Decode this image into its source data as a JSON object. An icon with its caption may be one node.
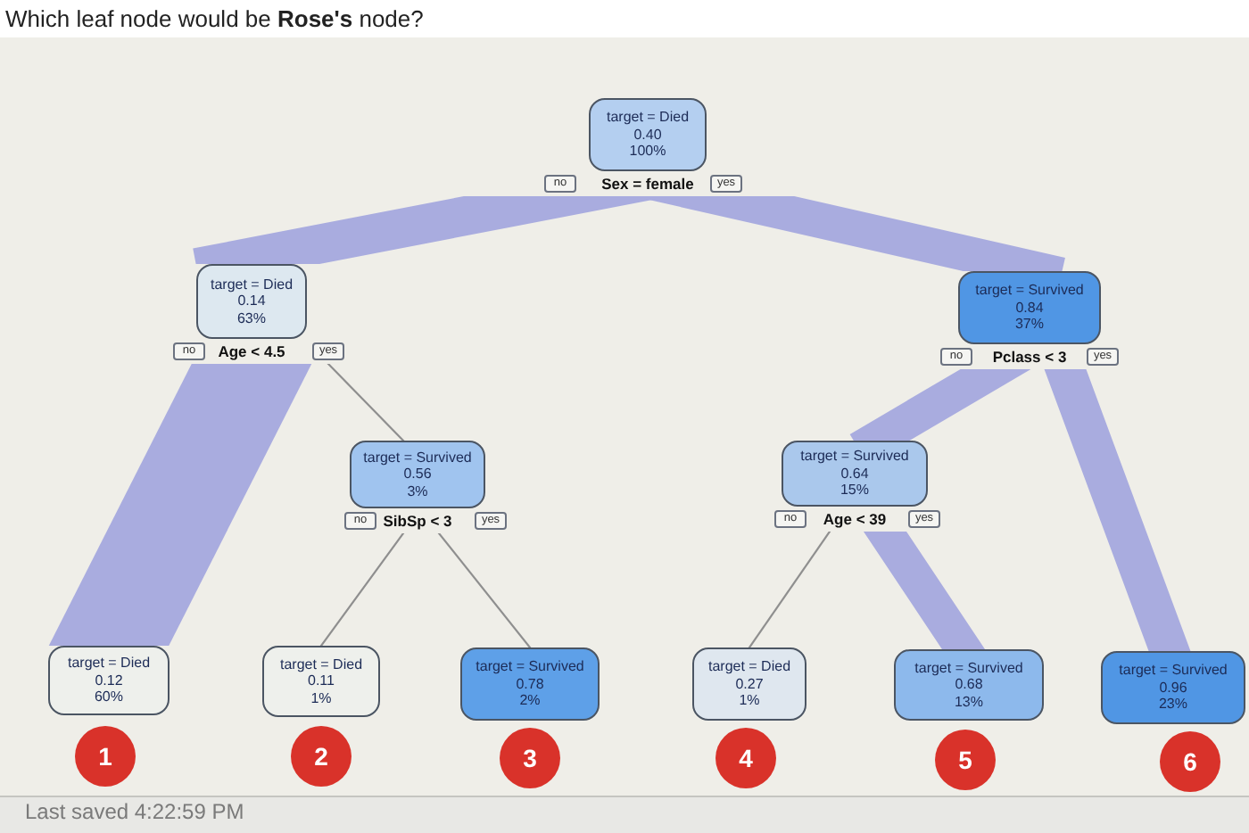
{
  "diagram": {
    "title": "Which leaf node would be **Rose's** node?",
    "nodes": [
      {
        "text": [
          "target = Died",
          "0.40",
          "100%"
        ],
        "beside": [
          "no",
          "Sex = female",
          "yes"
        ]
      },
      {
        "text": [
          "target = Died",
          "0.14",
          "63%"
        ],
        "beside": [
          "no",
          "Age < 4.5",
          "yes"
        ]
      },
      {
        "text": [
          "target = Survived",
          "0.84",
          "37%"
        ],
        "beside": [
          "no",
          "Pclass < 3",
          "yes"
        ]
      },
      {
        "text": [
          "target = Survived",
          "0.56",
          "3%"
        ],
        "beside": [
          "no",
          "SibSp < 3",
          "yes"
        ]
      },
      {
        "text": [
          "target = Survived",
          "0.64",
          "15%"
        ],
        "beside": [
          "no",
          "Age < 39",
          "yes"
        ]
      },
      {
        "text": [
          "target = Died",
          "0.12",
          "60%"
        ]
      },
      {
        "text": [
          "target = Died",
          "0.11",
          "1%"
        ]
      },
      {
        "text": [
          "target = Survived",
          "0.78",
          "2%"
        ]
      },
      {
        "text": [
          "target = Died",
          "0.27",
          "1%"
        ]
      },
      {
        "text": [
          "target = Survived",
          "0.68",
          "13%"
        ]
      },
      {
        "text": [
          "target = Survived",
          "0.96",
          "23%"
        ]
      },
      {
        "text": [
          "1"
        ]
      },
      {
        "text": [
          "2"
        ]
      },
      {
        "text": [
          "3"
        ]
      },
      {
        "text": [
          "4"
        ]
      },
      {
        "text": [
          "5"
        ]
      },
      {
        "text": [
          "6"
        ]
      }
    ],
    "edges": [
      {
        "from": 0,
        "to": 1,
        "arrow": "none"
      },
      {
        "from": 0,
        "to": 2,
        "arrow": "none"
      },
      {
        "from": 1,
        "to": 5,
        "arrow": "none",
        "style": "thick"
      },
      {
        "from": 1,
        "to": 3,
        "arrow": "none",
        "color": "#8f8f8f"
      },
      {
        "from": 3,
        "to": 6,
        "arrow": "none",
        "color": "#8f8f8f"
      },
      {
        "from": 3,
        "to": 7,
        "arrow": "none",
        "color": "#8f8f8f"
      },
      {
        "from": 2,
        "to": 4,
        "arrow": "none"
      },
      {
        "from": 2,
        "to": 10,
        "arrow": "none"
      },
      {
        "from": 4,
        "to": 8,
        "arrow": "none",
        "color": "#8f8f8f"
      },
      {
        "from": 4,
        "to": 9,
        "arrow": "none"
      }
    ],
    "labels": [
      "Last saved 4:22:59 PM"
    ]
  }
}
